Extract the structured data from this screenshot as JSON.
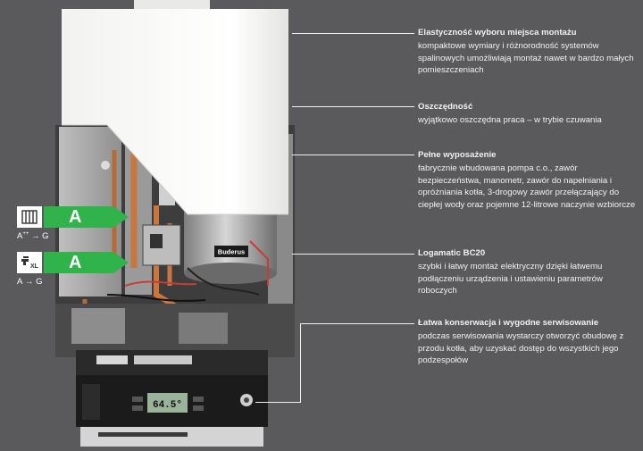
{
  "features": [
    {
      "title": "Elastyczność wyboru miejsca montażu",
      "text": "kompaktowe wymiary i różnorodność systemów spalinowych umożliwiają montaż nawet w bardzo małych pomieszczeniach"
    },
    {
      "title": "Oszczędność",
      "text": "wyjątkowo oszczędna praca – w trybie czuwania"
    },
    {
      "title": "Pełne wyposażenie",
      "text": "fabrycznie wbudowana pompa c.o., zawór bezpieczeństwa, manometr, zawór do napełniania i opróżniania kotła, 3-drogowy zawór przełączający do ciepłej wody oraz pojemne 12-litrowe naczynie wzbiorcze"
    },
    {
      "title": "Logamatic BC20",
      "text": "szybki i łatwy montaż elektryczny dzięki łatwemu podłączeniu urządzenia i ustawieniu parametrów roboczych"
    },
    {
      "title": "Łatwa konserwacja i wygodne serwisowanie",
      "text": "podczas serwisowania wystarczy otworzyć obudowę z przodu kotła, aby uzyskać dostęp do wszystkich jego podzespołów"
    }
  ],
  "energy_labels": [
    {
      "icon": "radiator-icon",
      "class": "A",
      "range_prefix": "A",
      "range_sup": "++",
      "range_suffix": " → G",
      "color": "#2fb34a"
    },
    {
      "icon": "tap-xl-icon",
      "class": "A",
      "range_prefix": "A",
      "range_sup": "",
      "range_suffix": " → G",
      "color": "#2fb34a"
    }
  ],
  "brand_plate": "Buderus",
  "display_readout": "64.5°"
}
